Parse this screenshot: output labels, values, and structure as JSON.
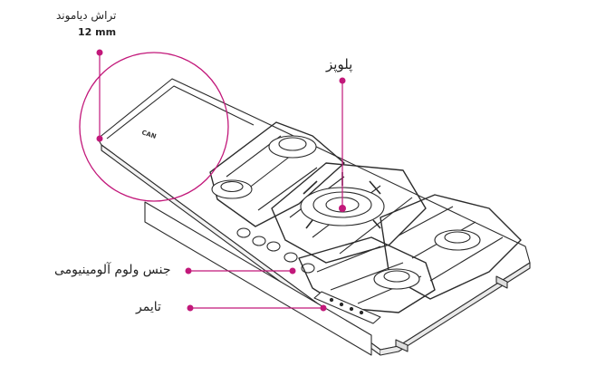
{
  "callouts": {
    "diamond_cut": {
      "title": "تراش دیاموند",
      "value": "12 mm"
    },
    "burner": {
      "label": "پلوپز"
    },
    "knob_material": {
      "label": "جنس ولوم آلومینیومی"
    },
    "timer": {
      "label": "تایمر"
    }
  },
  "brand_mark": "CAN",
  "colors": {
    "accent": "#c2187a",
    "line": "#2b2b2b",
    "background": "#ffffff"
  }
}
